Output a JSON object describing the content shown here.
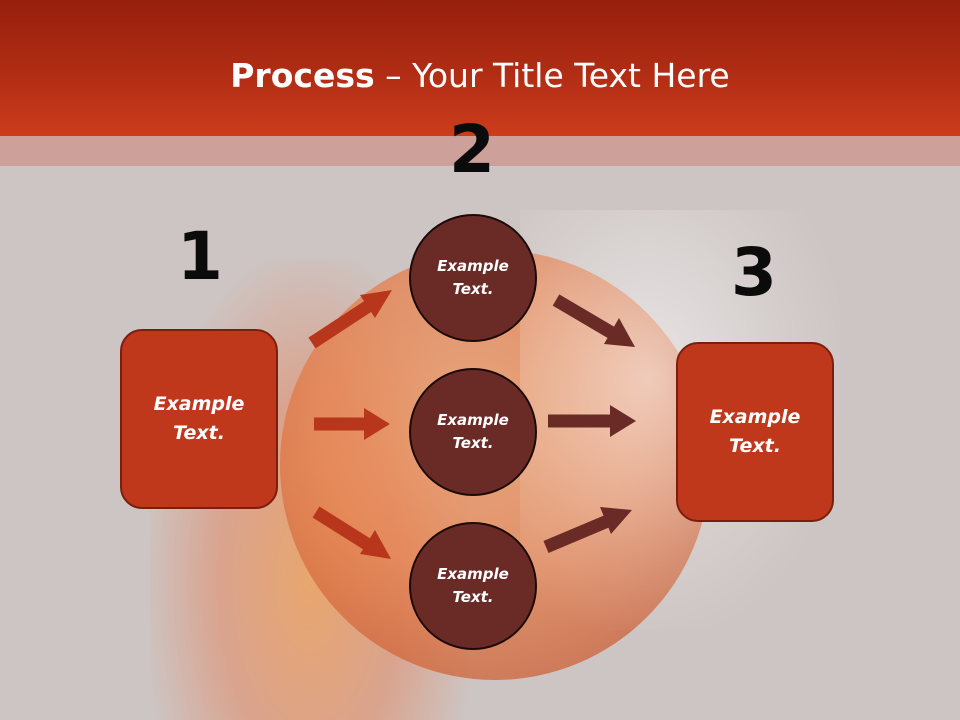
{
  "title": {
    "bold": "Process",
    "rest": " – Your Title Text Here"
  },
  "steps": {
    "one": "1",
    "two": "2",
    "three": "3"
  },
  "left_box": {
    "line1": "Example",
    "line2": "Text."
  },
  "right_box": {
    "line1": "Example",
    "line2": "Text."
  },
  "circles": [
    {
      "line1": "Example",
      "line2": "Text."
    },
    {
      "line1": "Example",
      "line2": "Text."
    },
    {
      "line1": "Example",
      "line2": "Text."
    }
  ],
  "colors": {
    "header": "#b12d14",
    "box": "#c0381b",
    "circle": "#6a2b27",
    "arrow_red": "#b8361b",
    "arrow_brown": "#6a2b27"
  }
}
